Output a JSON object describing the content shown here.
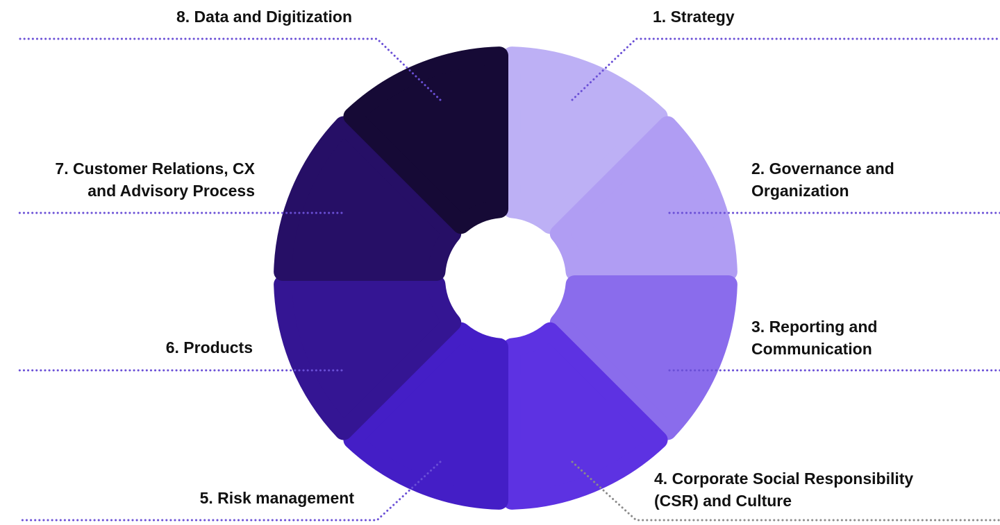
{
  "segments": [
    {
      "number": 1,
      "lines": [
        "1. Strategy"
      ],
      "color": "#bdb0f5",
      "leader": "#6a4fd6"
    },
    {
      "number": 2,
      "lines": [
        "2. Governance and",
        "Organization"
      ],
      "color": "#b09df3",
      "leader": "#6a4fd6"
    },
    {
      "number": 3,
      "lines": [
        "3. Reporting and",
        "Communication"
      ],
      "color": "#8a6cec",
      "leader": "#6a4fd6"
    },
    {
      "number": 4,
      "lines": [
        "4. Corporate Social Responsibility",
        "(CSR) and Culture"
      ],
      "color": "#5d32e2",
      "leader": "#8a8a8a"
    },
    {
      "number": 5,
      "lines": [
        "5. Risk management"
      ],
      "color": "#441ec6",
      "leader": "#6a4fd6"
    },
    {
      "number": 6,
      "lines": [
        "6. Products"
      ],
      "color": "#341593",
      "leader": "#6a4fd6"
    },
    {
      "number": 7,
      "lines": [
        "7. Customer Relations, CX",
        "and Advisory Process"
      ],
      "color": "#260f66",
      "leader": "#6a4fd6"
    },
    {
      "number": 8,
      "lines": [
        "8. Data and Digitization"
      ],
      "color": "#160a36",
      "leader": "#6a4fd6"
    }
  ]
}
